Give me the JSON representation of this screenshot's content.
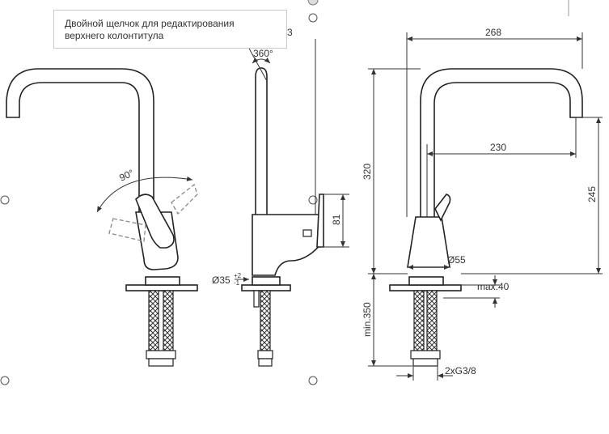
{
  "tooltip": {
    "text": "Двойной щелчок для редактирования верхнего колонтитула"
  },
  "dimensions": {
    "width_268": "268",
    "width_230": "230",
    "height_320": "320",
    "height_245": "245",
    "height_81": "81",
    "diameter_55": "Ø55",
    "max_40": "max.40",
    "min_350": "min.350",
    "connection": "2xG3/8",
    "rotation_360": "360°",
    "angle_90": "90°",
    "diameter_35": "Ø35",
    "tol_plus": "+2",
    "tol_minus": "-1",
    "partial_3": "3"
  },
  "colors": {
    "line": "#222222",
    "dim": "#333333",
    "handle_grey": "#888888"
  }
}
